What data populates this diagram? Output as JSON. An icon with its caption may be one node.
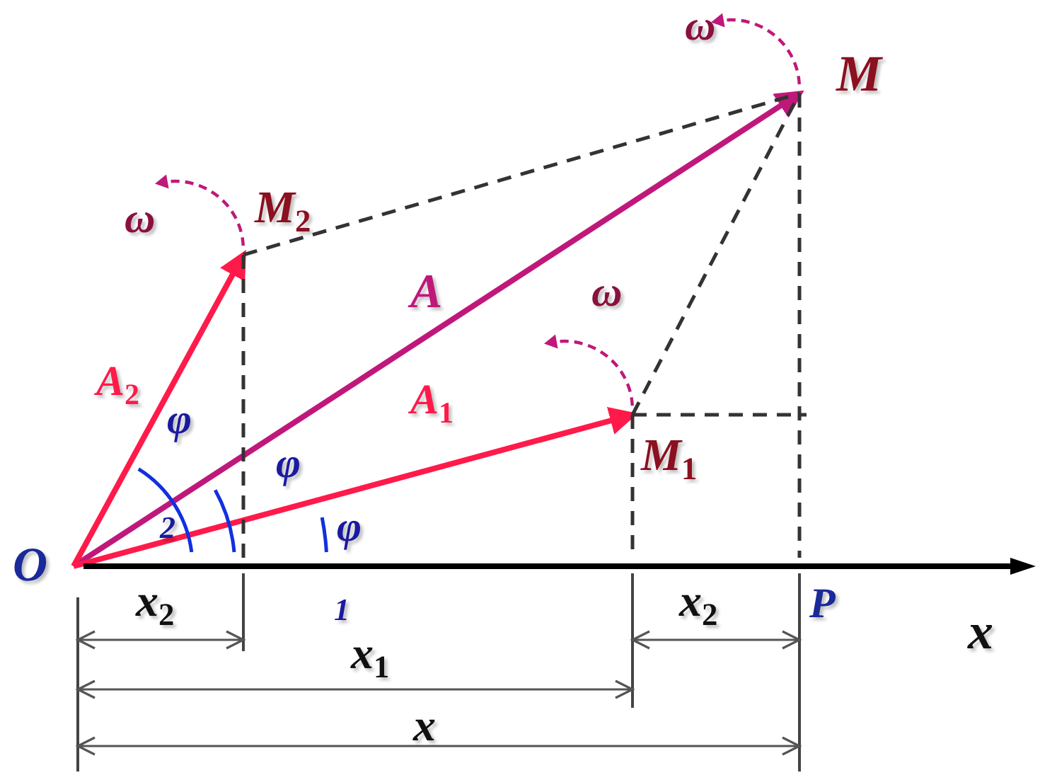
{
  "diagram": {
    "nodes": [
      {
        "text": [
          "O"
        ]
      },
      {
        "text": [
          "M"
        ]
      },
      {
        "text": [
          "M$_{2}$"
        ]
      },
      {
        "text": [
          "M$_{1}$"
        ]
      },
      {
        "text": [],
        "shape": "line"
      }
    ],
    "edges": [
      {
        "from": 0,
        "to": 1,
        "arrow": "to",
        "label": "A",
        "color": "#c0187a"
      },
      {
        "from": 0,
        "to": 2,
        "arrow": "to",
        "label": "A$_{2}$",
        "color": "#ff1a4a"
      },
      {
        "from": 0,
        "to": 3,
        "arrow": "to",
        "label": "A$_{1}$",
        "color": "#ff1a4a"
      },
      {
        "from": 2,
        "to": 1,
        "arrow": "none",
        "style": "dashed"
      },
      {
        "from": 3,
        "to": 1,
        "arrow": "none",
        "style": "dashed"
      },
      {
        "from": 2,
        "to": 4,
        "arrow": "none",
        "style": "dashed"
      },
      {
        "from": 3,
        "to": 4,
        "arrow": "none",
        "style": "dashed"
      },
      {
        "from": 1,
        "to": 4,
        "arrow": "none",
        "style": "dashed"
      },
      {
        "from": 3,
        "to": null,
        "arrow": "none",
        "style": "dashed"
      }
    ],
    "labels": [
      "ω",
      "ω",
      "ω",
      "φ",
      "φ",
      "φ",
      "2",
      "x$_{2}$",
      "1",
      "x$_{2}$",
      "P",
      "x",
      "x$_{1}$",
      "x"
    ]
  }
}
